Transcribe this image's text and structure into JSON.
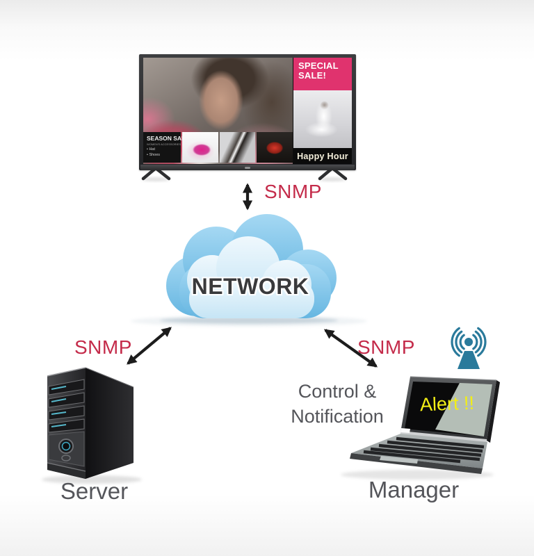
{
  "display": {
    "special_sale_line1": "SPECIAL",
    "special_sale_line2": "SALE!",
    "happy_hour": "Happy Hour",
    "season_sale": "SEASON SALE",
    "season_sub": "WOMEN'S ACCESSORIES",
    "season_item1": "• Hat",
    "season_item2": "• Shoes"
  },
  "network": {
    "label": "NETWORK"
  },
  "connections": {
    "display_snmp": "SNMP",
    "server_snmp": "SNMP",
    "manager_snmp": "SNMP"
  },
  "server": {
    "label": "Server"
  },
  "manager": {
    "label": "Manager",
    "control_line1": "Control &",
    "control_line2": "Notification",
    "alert": "Alert !!"
  },
  "colors": {
    "snmp_red": "#c42b4a",
    "label_gray": "#54555a",
    "network_text": "#39393b",
    "cloud_blue": "#7fc3e8",
    "cloud_light": "#d9edf8",
    "alert_yellow": "#f2ee16",
    "antenna_teal": "#2a7a9b",
    "sale_pink": "#e0336e"
  }
}
